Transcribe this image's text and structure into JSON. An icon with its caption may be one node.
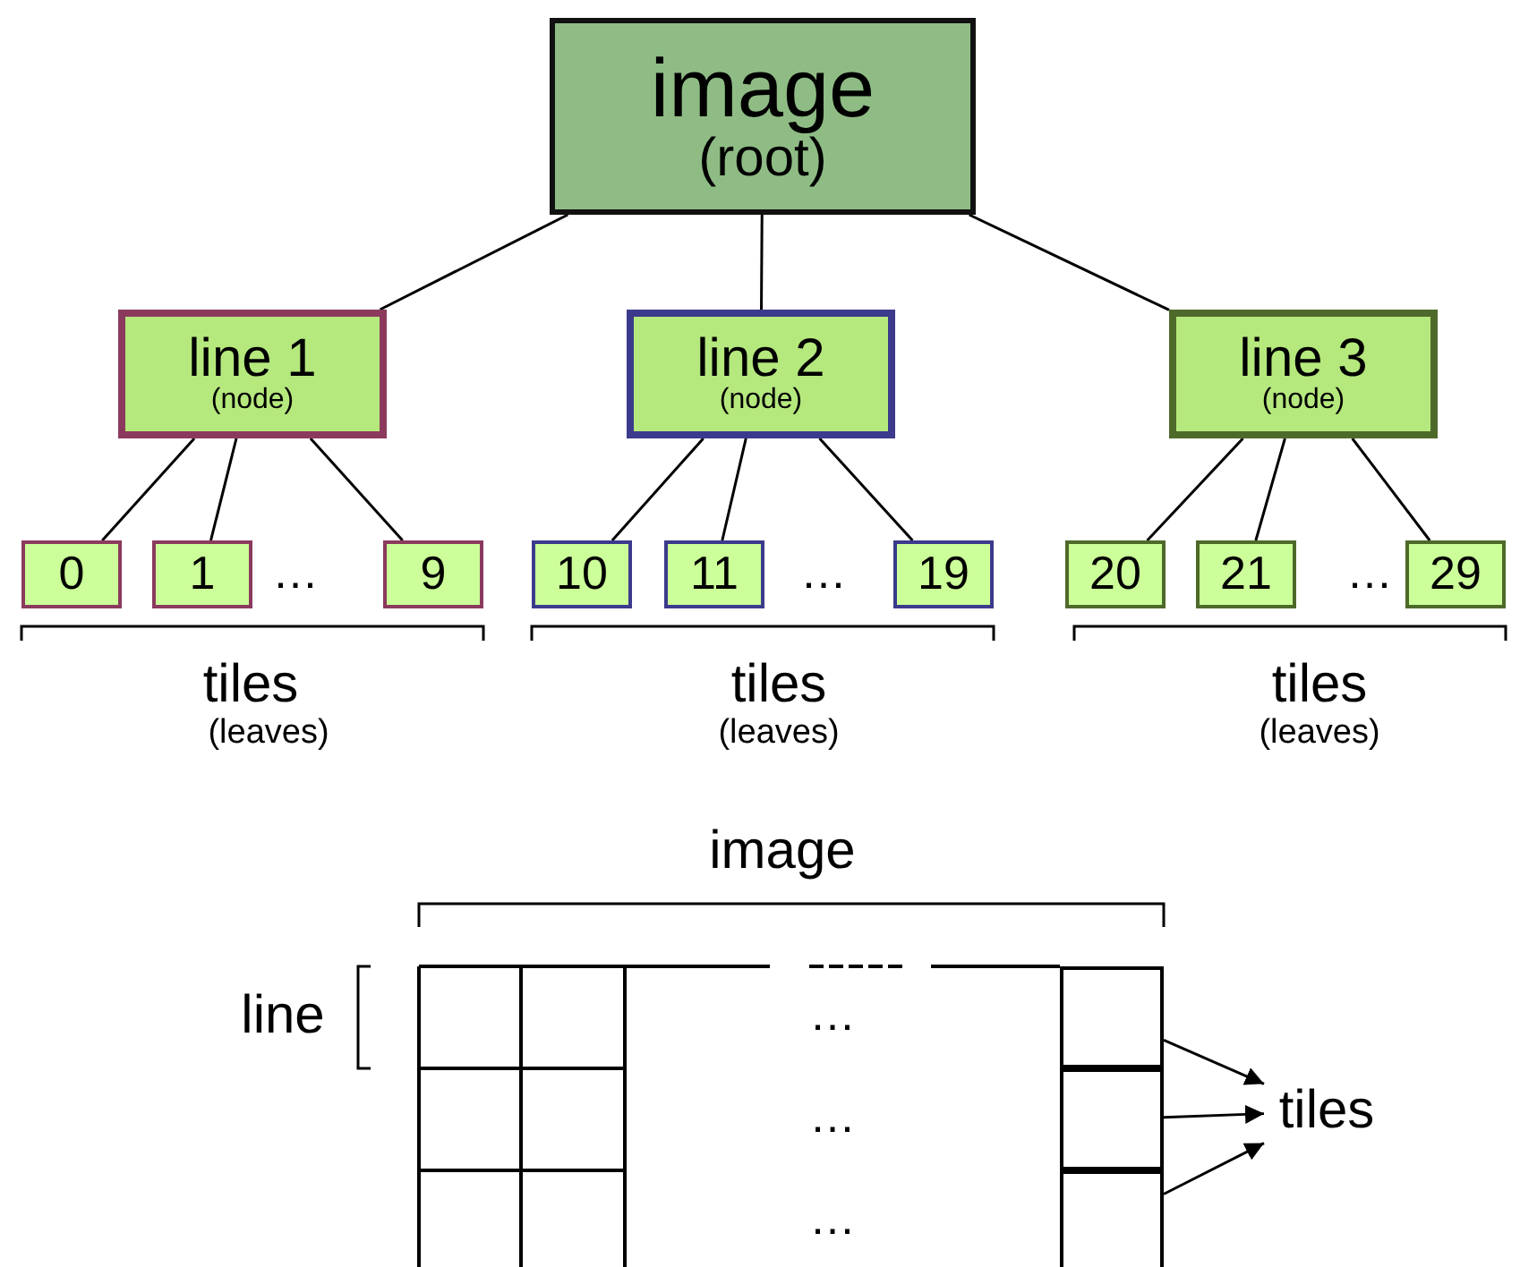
{
  "diagram": {
    "nodes": [
      {
        "text": [
          "image",
          "(root)"
        ]
      },
      {
        "text": [
          "line 1",
          "(node)"
        ]
      },
      {
        "text": [
          "line 2",
          "(node)"
        ]
      },
      {
        "text": [
          "line 3",
          "(node)"
        ]
      },
      {
        "text": [
          "0"
        ]
      },
      {
        "text": [
          "1"
        ]
      },
      {
        "text": [
          "9"
        ]
      },
      {
        "text": [
          "10"
        ]
      },
      {
        "text": [
          "11"
        ]
      },
      {
        "text": [
          "19"
        ]
      },
      {
        "text": [
          "20"
        ]
      },
      {
        "text": [
          "21"
        ]
      },
      {
        "text": [
          "29"
        ]
      },
      {
        "text": [
          "tiles"
        ]
      },
      {
        "text": [],
        "shape": "box"
      },
      {
        "text": [],
        "shape": "box"
      },
      {
        "text": [],
        "shape": "box"
      }
    ],
    "edges": [
      {
        "from": 0,
        "to": 1,
        "arrow": "none"
      },
      {
        "from": 0,
        "to": 2,
        "arrow": "none"
      },
      {
        "from": 0,
        "to": 3,
        "arrow": "none"
      },
      {
        "from": 1,
        "to": 4,
        "arrow": "none"
      },
      {
        "from": 1,
        "to": 5,
        "arrow": "none"
      },
      {
        "from": 1,
        "to": 6,
        "arrow": "none"
      },
      {
        "from": 2,
        "to": 7,
        "arrow": "none"
      },
      {
        "from": 2,
        "to": 8,
        "arrow": "none"
      },
      {
        "from": 2,
        "to": 9,
        "arrow": "none"
      },
      {
        "from": 3,
        "to": 10,
        "arrow": "none"
      },
      {
        "from": 3,
        "to": 11,
        "arrow": "none"
      },
      {
        "from": 3,
        "to": 12,
        "arrow": "none"
      },
      {
        "from": 14,
        "to": 13,
        "arrow": "to"
      },
      {
        "from": 15,
        "to": 13,
        "arrow": "to"
      },
      {
        "from": 16,
        "to": 13,
        "arrow": "to"
      }
    ],
    "labels": [
      "…",
      "…",
      "…",
      "tiles",
      "(leaves)",
      "tiles",
      "(leaves)",
      "tiles",
      "(leaves)",
      "image",
      "line",
      "…",
      "…",
      "…"
    ]
  }
}
